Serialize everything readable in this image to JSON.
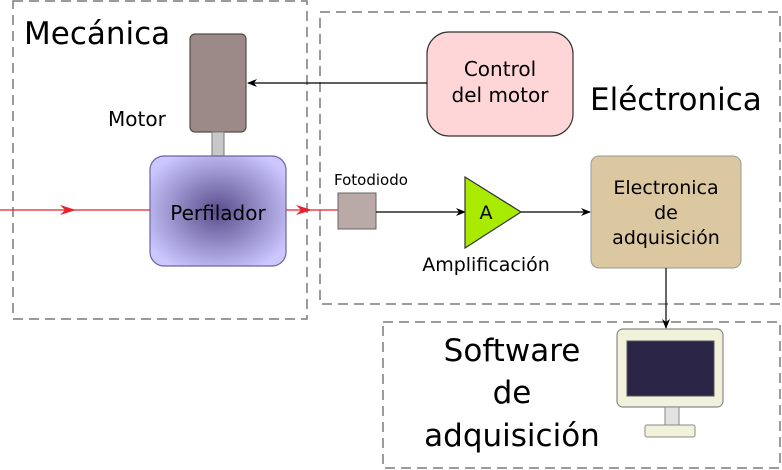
{
  "sections": {
    "mechanics": "Mecánica",
    "electronics": "Eléctronica",
    "software": [
      "Software",
      "de",
      "adquisición"
    ]
  },
  "blocks": {
    "motor": "Motor",
    "profiler": "Perfilador",
    "motor_control": [
      "Control",
      "del motor"
    ],
    "photodiode": "Fotodiodo",
    "amplifier_symbol": "A",
    "amplification": "Amplificación",
    "acquisition_electronics": [
      "Electronica",
      "de",
      "adquisición"
    ]
  },
  "colors": {
    "laser": "#e8202a",
    "motor_body": "#9b8a88",
    "motor_control_fill": "#ffd6d8",
    "profiler_center": "#5a4e8c",
    "profiler_edge": "#ccc8ff",
    "photodiode_fill": "#b9aaa8",
    "amplifier_fill": "#a8ea00",
    "acquisition_fill": "#dcc8a0",
    "monitor_screen": "#2a2547",
    "monitor_body": "#f2f2dc",
    "dashed_border": "#7a7a7a"
  },
  "icons": [
    "arrow-icon",
    "monitor-icon",
    "amplifier-triangle-icon"
  ]
}
